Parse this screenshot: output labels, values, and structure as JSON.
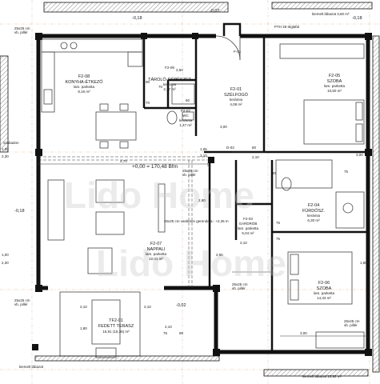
{
  "rooms": [
    {
      "code": "F2-08",
      "name": "KONYHA-ÉTKEZŐ",
      "floor": "lam. parketta",
      "area": "8,16 m²"
    },
    {
      "code": "F2-09",
      "name": "TÁROLÓ-GÉPÉSZET",
      "floor": "kerámia",
      "area": "2,17 m²"
    },
    {
      "code": "F2-01",
      "name": "SZÉLFOGÓ",
      "floor": "kerámia",
      "area": "4,08 m²"
    },
    {
      "code": "F2-05",
      "name": "SZOBA",
      "floor": "lam. parketta",
      "area": "10,50 m²"
    },
    {
      "code": "F2-02",
      "name": "WC",
      "floor": "kerámia",
      "area": "1,47 m²"
    },
    {
      "code": "F2-07",
      "name": "NAPPALI",
      "floor": "lam. parketta",
      "area": "22,01 m²"
    },
    {
      "code": "F2-03",
      "name": "GARDRÓB",
      "floor": "lam. parketta",
      "area": "5,04 m²"
    },
    {
      "code": "F2-04",
      "name": "FÜRDŐSZ.",
      "floor": "kerámia",
      "area": "6,30 m²"
    },
    {
      "code": "F2-06",
      "name": "SZOBA",
      "floor": "lam. parketta",
      "area": "14,33 m²"
    },
    {
      "code": "TF2-01",
      "name": "FEDETT TERASZ",
      "floor": "",
      "area": "16,91 (15,36) m²"
    }
  ],
  "level": "+0,00 = 170,48 Bfm",
  "levels": {
    "top_a": "-0,18",
    "top_b": "-0,02",
    "left": "-0,18",
    "bottom": "-0,02",
    "top_right": "-0,18"
  },
  "labels": {
    "pillar_a": "25x25 cm",
    "pillar_b": "vb. pillér",
    "hatch_a": "kiemelt lábazat",
    "hatch_b": "szabadon",
    "pth": "PTH 25 téglafal",
    "wall_top": "kiemelt lábazat 3,60 m²",
    "wall_bottom": "kiemelt lábazat 10,92 m²",
    "beam": "25x25 cm vasbeton gerenda a.: +2,36 m",
    "arrow_a": "F-01",
    "arrow_b": "D-03",
    "watermark": "Lido Home"
  },
  "dims": [
    "4,70",
    "2,50",
    "90",
    "70",
    "70",
    "60",
    "3,00",
    "1,05",
    "2,10",
    "2,10",
    "75",
    "80",
    "90",
    "2,80",
    "2,10",
    "75",
    "2,65",
    "1,00",
    "2,30",
    "1,00",
    "2,30",
    "2,10",
    "2,10",
    "1,80",
    "75",
    "90",
    "2,10",
    "3,00",
    "1,80",
    "75",
    "3,00"
  ]
}
